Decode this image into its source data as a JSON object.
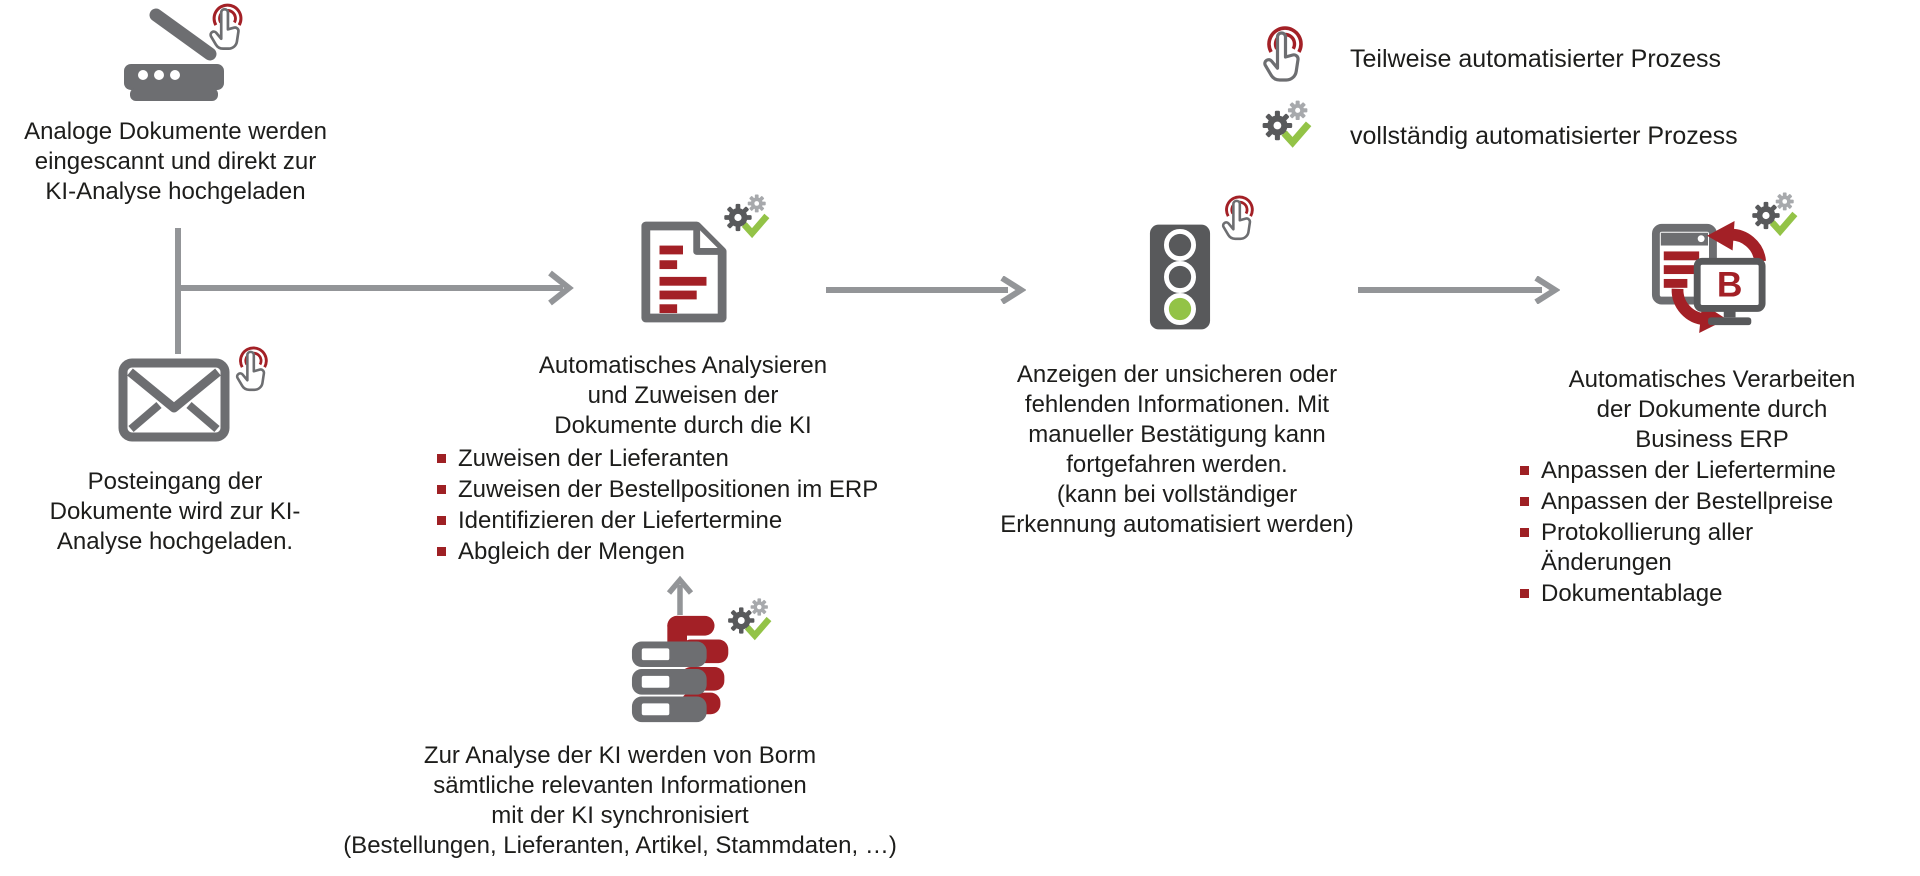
{
  "colors": {
    "icon_gray": "#6d6e71",
    "icon_dark_gray": "#58595b",
    "icon_light_gray": "#a7a9ac",
    "connector_gray": "#939598",
    "brand_red": "#a32026",
    "bullet_red": "#9e2024",
    "green": "#93c347",
    "text": "#1d1d1b",
    "background": "#ffffff"
  },
  "icons": {
    "scanner": "scanner-icon",
    "envelope": "envelope-icon",
    "document": "document-icon",
    "traffic_light": "traffic-light-icon",
    "erp_sync": "erp-sync-icon",
    "database_sync": "database-sync-icon",
    "tap_hand": "tap-hand-icon",
    "gears_check": "gears-check-icon"
  },
  "legend": {
    "items": [
      {
        "icon": "tap-hand-icon",
        "label": "Teilweise automatisierter Prozess"
      },
      {
        "icon": "gears-check-icon",
        "label": "vollständig automatisierter Prozess"
      }
    ]
  },
  "inputs": [
    {
      "id": "scan",
      "icon": "scanner-icon",
      "badge": "tap-hand-icon",
      "text": "Analoge Dokumente werden\neingescannt und direkt zur\nKI-Analyse hochgeladen"
    },
    {
      "id": "mail",
      "icon": "envelope-icon",
      "badge": "tap-hand-icon",
      "text": "Posteingang der\nDokumente wird zur KI-\nAnalyse hochgeladen."
    }
  ],
  "steps": [
    {
      "id": "analyze",
      "icon": "document-icon",
      "badge": "gears-check-icon",
      "title": "Automatisches Analysieren\nund Zuweisen der\nDokumente durch die KI",
      "bullets": [
        "Zuweisen der Lieferanten",
        "Zuweisen der Bestellpositionen im ERP",
        "Identifizieren der Liefertermine",
        "Abgleich der Mengen"
      ]
    },
    {
      "id": "review",
      "icon": "traffic-light-icon",
      "badge": "tap-hand-icon",
      "text": "Anzeigen der unsicheren oder\nfehlenden Informationen. Mit\nmanueller Bestätigung kann\nfortgefahren werden.\n(kann bei vollständiger\nErkennung automatisiert werden)"
    },
    {
      "id": "process",
      "icon": "erp-sync-icon",
      "badge": "gears-check-icon",
      "title": "Automatisches Verarbeiten\nder Dokumente durch\nBusiness ERP",
      "bullets": [
        "Anpassen der Liefertermine",
        "Anpassen der Bestellpreise",
        "Protokollierung aller Änderungen",
        "Dokumentablage"
      ]
    }
  ],
  "sync": {
    "id": "ki-sync",
    "icon": "database-sync-icon",
    "badge": "gears-check-icon",
    "text": "Zur Analyse der KI werden von Borm\nsämtliche relevanten Informationen\nmit der KI synchronisiert\n(Bestellungen, Lieferanten, Artikel, Stammdaten, …)"
  },
  "erp_letter": "B"
}
